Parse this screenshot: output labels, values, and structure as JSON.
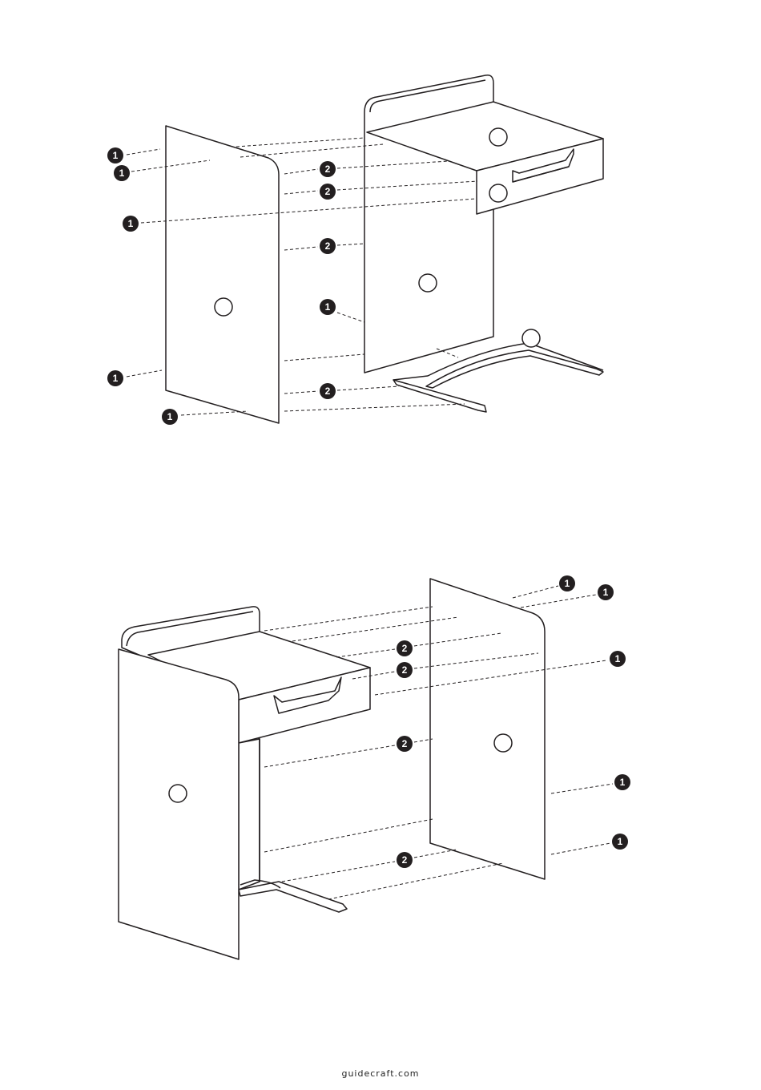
{
  "footer": {
    "website": "guidecraft.com"
  },
  "callout_labels": {
    "screw_a": "1",
    "screw_b": "2"
  },
  "colors": {
    "line": "#231f20",
    "background": "#ffffff",
    "callout_fill": "#231f20"
  },
  "steps": [
    {
      "name": "step-1",
      "description_hidden": false
    },
    {
      "name": "step-2",
      "description_hidden": false
    }
  ]
}
